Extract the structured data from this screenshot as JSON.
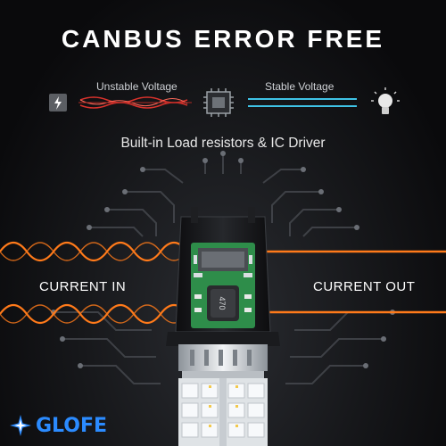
{
  "headline": "CANBUS ERROR FREE",
  "diagram": {
    "unstable_label": "Unstable Voltage",
    "stable_label": "Stable Voltage"
  },
  "subtitle": "Built-in Load resistors & IC Driver",
  "labels": {
    "current_in": "CURRENT IN",
    "current_out": "CURRENT OUT"
  },
  "chip_marking": "470",
  "brand": {
    "name": "GLOFE"
  },
  "colors": {
    "unstable_wave": "#d8322c",
    "stable_wave": "#3fc3e6",
    "current_wave": "#ff7a1a",
    "brand": "#2b8bff"
  },
  "icons": [
    "battery-icon",
    "chip-icon",
    "bulb-icon",
    "star-logo-icon"
  ]
}
